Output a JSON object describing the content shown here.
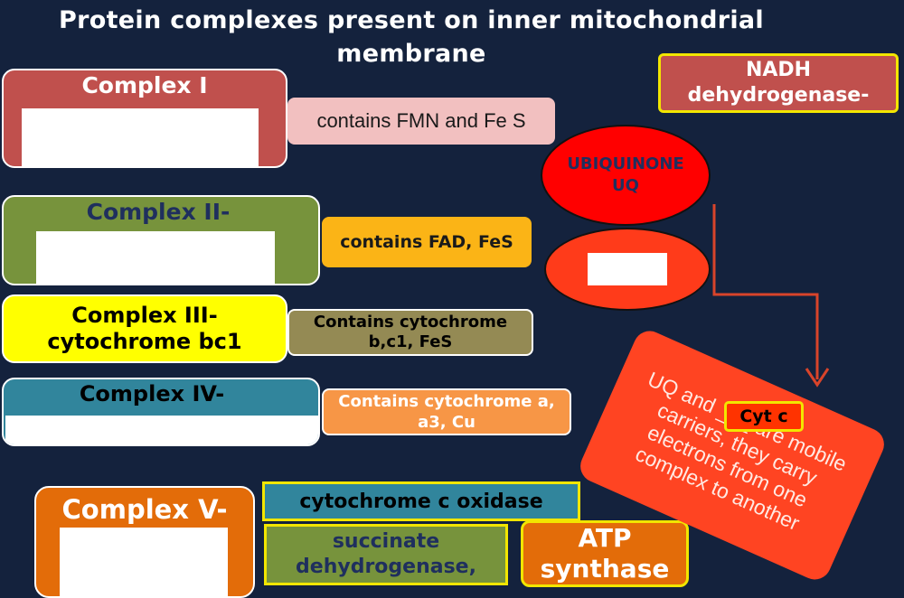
{
  "title": "Protein complexes present on inner mitochondrial membrane",
  "complexes": {
    "c1": {
      "label": "Complex I",
      "desc": "contains FMN and Fe S"
    },
    "c2": {
      "label": "Complex II-",
      "desc": "contains FAD, FeS"
    },
    "c3": {
      "label": "Complex III- cytochrome bc1",
      "desc": "Contains cytochrome b,c1, FeS"
    },
    "c4": {
      "label": "Complex IV-",
      "desc": "Contains cytochrome a, a3, Cu"
    },
    "c5": {
      "label": "Complex V-"
    }
  },
  "answers": {
    "nadh": "NADH dehydrogenase-",
    "cyt_oxidase": "cytochrome c oxidase",
    "succinate": "succinate dehydrogenase,",
    "atp": "ATP synthase",
    "cytc": "Cyt c"
  },
  "carriers": {
    "ubiquinone": "UBIQUINONE UQ",
    "note": "UQ and ___ are mobile carriers, they carry electrons from one complex to another"
  },
  "colors": {
    "background": "#14223d",
    "complex1": "#c0504d",
    "complex2": "#77933c",
    "complex3": "#ffff00",
    "complex4": "#31859c",
    "complex5": "#e36c09",
    "carrier_red": "#ff0000",
    "note_box": "#ff4422"
  }
}
